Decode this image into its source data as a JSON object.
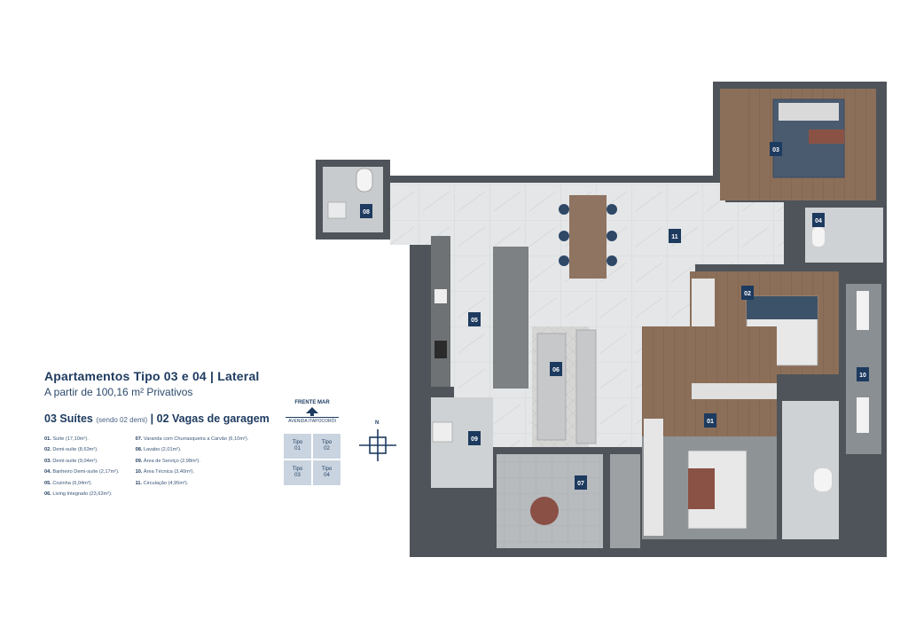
{
  "title": "Apartamentos Tipo 03 e 04 | Lateral",
  "subtitle": "A partir de 100,16 m² Privativos",
  "headline": {
    "suites": "03 Suítes",
    "suites_note": "(sendo 02 demi)",
    "separator": " | ",
    "parking": "02 Vagas de garagem"
  },
  "legend_left": [
    {
      "num": "01.",
      "text": " Suíte (17,10m²)."
    },
    {
      "num": "02.",
      "text": " Demi-suíte (8,63m²)."
    },
    {
      "num": "03.",
      "text": " Demi-suíte (9,04m²)."
    },
    {
      "num": "04.",
      "text": " Banheiro Demi-suíte (2,17m²)."
    },
    {
      "num": "05.",
      "text": " Cozinha (6,04m²)."
    },
    {
      "num": "06.",
      "text": " Living Integrado (23,62m²)."
    }
  ],
  "legend_right": [
    {
      "num": "07.",
      "text": " Varanda com Churrasqueira a Carvão (6,10m²)."
    },
    {
      "num": "08.",
      "text": " Lavabo (2,01m²)."
    },
    {
      "num": "09.",
      "text": " Área de Serviço (2,98m²)."
    },
    {
      "num": "10.",
      "text": " Área Técnica (3,40m²)."
    },
    {
      "num": "11.",
      "text": " Circulação (4,95m²)."
    }
  ],
  "frente_mar": "FRENTE MAR",
  "avenida": "AVENIDA ITAPOCORÓI",
  "tipos": [
    "Tipo\n01",
    "Tipo\n02",
    "Tipo\n03",
    "Tipo\n04"
  ],
  "compass_n": "N",
  "room_labels": {
    "r01": "01",
    "r02": "02",
    "r03": "03",
    "r04": "04",
    "r05": "05",
    "r06": "06",
    "r07": "07",
    "r08": "08",
    "r09": "09",
    "r10": "10",
    "r11": "11"
  },
  "colors": {
    "navy": "#1d3a5f",
    "wall": "#4e5459",
    "floor_marble": "#e3e5e6",
    "floor_wood": "#8a6d57",
    "floor_tile": "#b9bdbf",
    "tipo_box": "#c9d4e0"
  }
}
